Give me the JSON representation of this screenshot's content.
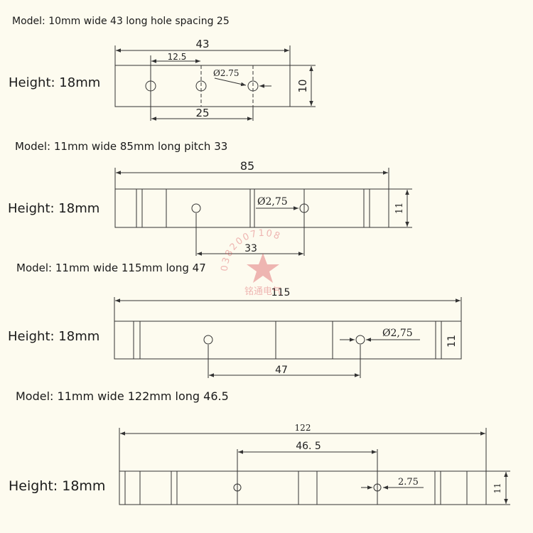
{
  "models": [
    {
      "title": "Model: 10mm wide 43 long hole spacing 25",
      "height": "Height: 18mm",
      "dims": {
        "length": "43",
        "offset": "12.5",
        "spacing": "25",
        "width": "10",
        "hole": "Ø2.75"
      }
    },
    {
      "title": "Model: 11mm wide 85mm long pitch 33",
      "height": "Height: 18mm",
      "dims": {
        "length": "85",
        "spacing": "33",
        "width": "11",
        "hole": "Ø2,75"
      }
    },
    {
      "title": "Model: 11mm wide 115mm long 47",
      "height": "Height: 18mm",
      "dims": {
        "length": "115",
        "spacing": "47",
        "width": "11",
        "hole": "Ø2,75"
      }
    },
    {
      "title": "Model: 11mm wide 122mm long 46.5",
      "height": "Height: 18mm",
      "dims": {
        "length": "122",
        "spacing": "46. 5",
        "width": "11",
        "hole": "2.75"
      }
    }
  ],
  "watermark": {
    "text": "铭通电气",
    "number": "0382007108",
    "color": "#d4343f"
  }
}
